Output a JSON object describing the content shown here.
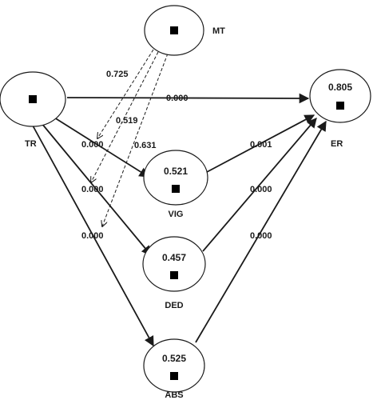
{
  "nodes": {
    "mt": {
      "name": "MT",
      "r2": ""
    },
    "tr": {
      "name": "TR",
      "r2": ""
    },
    "er": {
      "name": "ER",
      "r2": "0.805"
    },
    "vig": {
      "name": "VIG",
      "r2": "0.521"
    },
    "ded": {
      "name": "DED",
      "r2": "0.457"
    },
    "abs": {
      "name": "ABS",
      "r2": "0.525"
    }
  },
  "paths": {
    "tr_er": "0.000",
    "tr_vig": "0.000",
    "tr_ded": "0.000",
    "tr_abs": "0.000",
    "vig_er": "0.001",
    "ded_er": "0.000",
    "abs_er": "0.000",
    "mt_vig": "0.725",
    "mt_ded": "0.519",
    "mt_abs": "0.631"
  },
  "icons": {
    "node_indicator": "grid-box-icon"
  },
  "colors": {
    "ink": "#1a1a1a",
    "background": "#ffffff"
  }
}
